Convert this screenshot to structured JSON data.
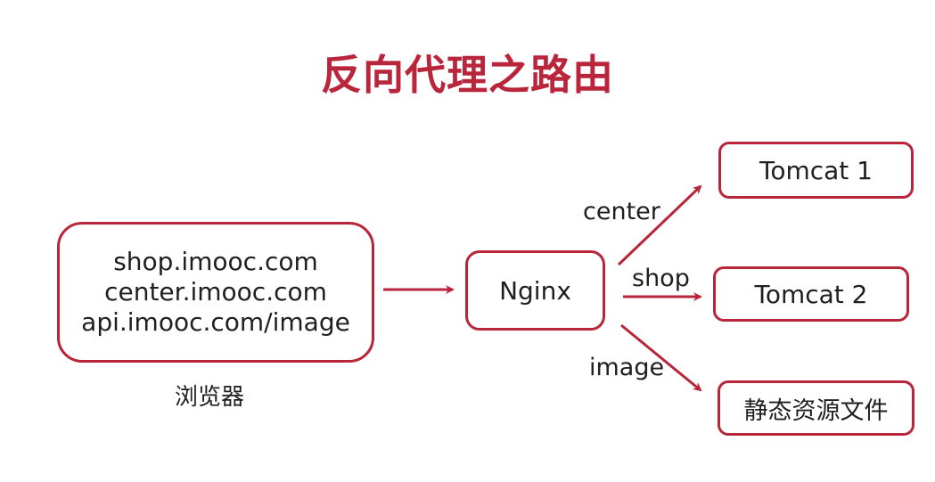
{
  "title": "反向代理之路由",
  "browser": {
    "lines": [
      "shop.imooc.com",
      "center.imooc.com",
      "api.imooc.com/image"
    ],
    "caption": "浏览器"
  },
  "nginx": {
    "label": "Nginx"
  },
  "targets": {
    "tomcat1": "Tomcat 1",
    "tomcat2": "Tomcat 2",
    "static": "静态资源文件"
  },
  "routes": {
    "center": "center",
    "shop": "shop",
    "image": "image"
  },
  "colors": {
    "accent": "#b9253a",
    "text": "#1f1f1f",
    "background": "#ffffff"
  }
}
